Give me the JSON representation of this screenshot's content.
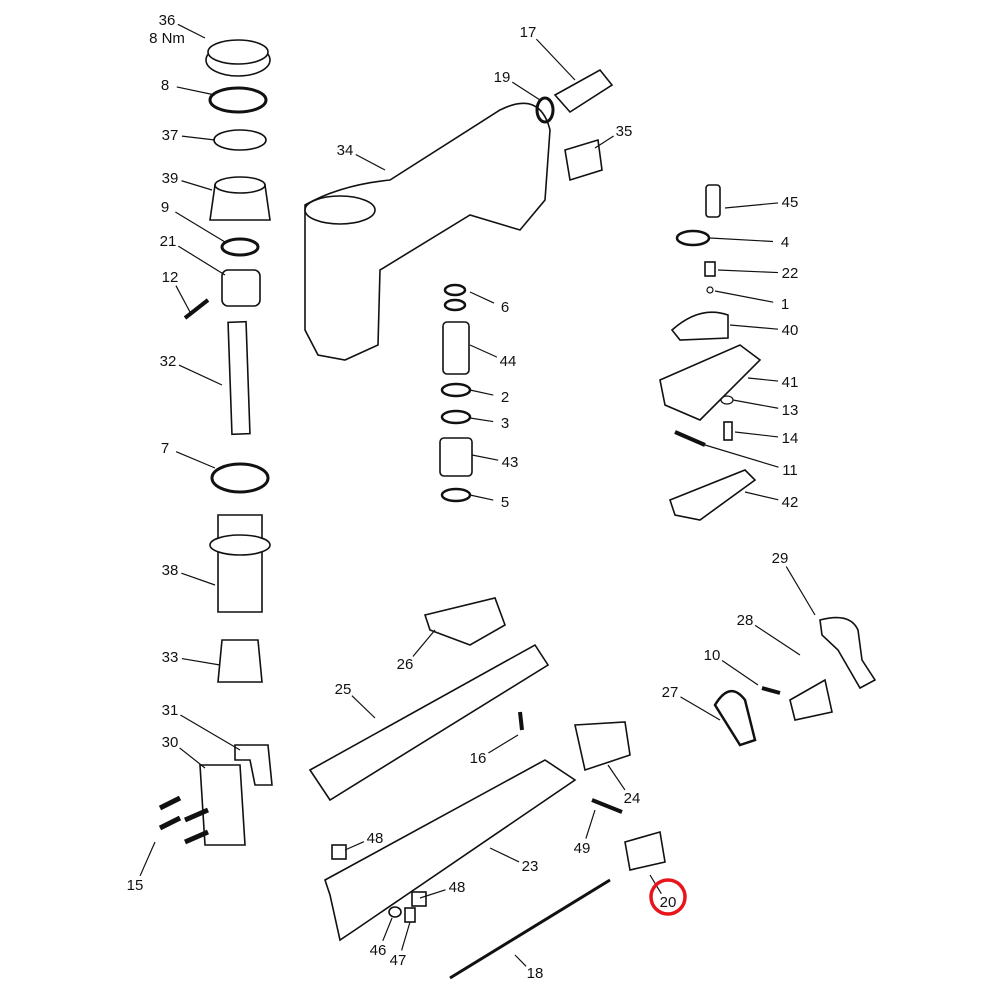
{
  "diagram": {
    "type": "exploded parts diagram",
    "highlight_color": "#e8141c",
    "highlighted_part": "20",
    "torque_note": "8 Nm",
    "part_labels": [
      "36",
      "8",
      "37",
      "39",
      "9",
      "21",
      "12",
      "32",
      "7",
      "38",
      "33",
      "31",
      "30",
      "15",
      "17",
      "19",
      "35",
      "34",
      "45",
      "4",
      "22",
      "1",
      "40",
      "41",
      "13",
      "14",
      "11",
      "42",
      "6",
      "44",
      "2",
      "3",
      "43",
      "5",
      "29",
      "28",
      "10",
      "27",
      "26",
      "25",
      "16",
      "24",
      "49",
      "48",
      "23",
      "48",
      "20",
      "46",
      "47",
      "18"
    ]
  }
}
